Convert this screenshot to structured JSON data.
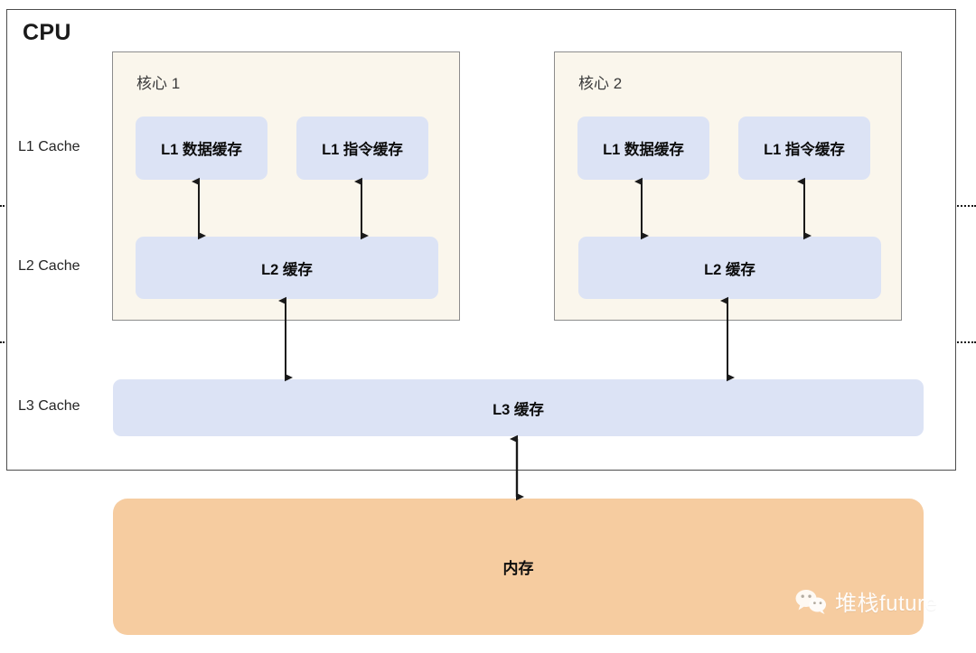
{
  "diagram": {
    "title": "CPU",
    "level_labels": [
      {
        "id": "l1",
        "text": "L1 Cache"
      },
      {
        "id": "l2",
        "text": "L2 Cache"
      },
      {
        "id": "l3",
        "text": "L3 Cache"
      }
    ],
    "cores": [
      {
        "title": "核心 1",
        "l1_data": "L1 数据缓存",
        "l1_instruction": "L1 指令缓存",
        "l2": "L2 缓存"
      },
      {
        "title": "核心 2",
        "l1_data": "L1 数据缓存",
        "l1_instruction": "L1 指令缓存",
        "l2": "L2 缓存"
      }
    ],
    "l3_cache": "L3 缓存",
    "memory": "内存",
    "colors": {
      "cache_fill": "#dce3f5",
      "core_fill": "#faf6ec",
      "memory_fill": "#f6cca0",
      "border": "#8c8c8c",
      "outer_border": "#4d4d4d",
      "arrow": "#1a1a1a",
      "text": "#0d0d0d"
    }
  },
  "watermark": {
    "label": "堆栈future",
    "icon": "wechat-icon"
  }
}
